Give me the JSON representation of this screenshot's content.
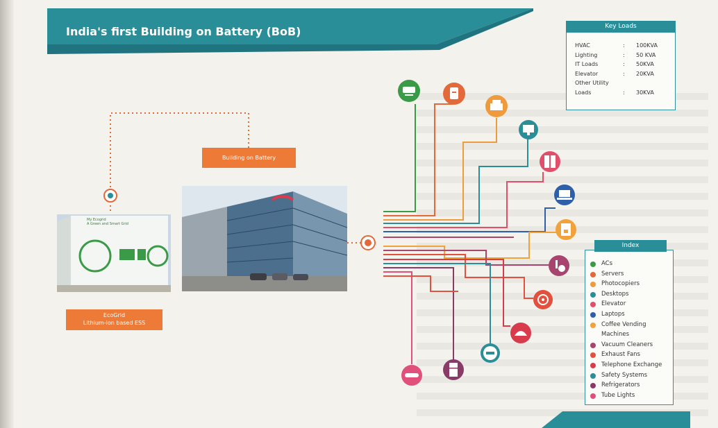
{
  "title": "India's first Building on Battery (BoB)",
  "labels": {
    "bob": "Building on Battery",
    "ecogrid_line1": "EcoGrid",
    "ecogrid_line2": "Lithium-ion based ESS",
    "ecogrid_sign_line1": "My Ecogrid",
    "ecogrid_sign_line2": "A Green and Smart Grid"
  },
  "key_loads": {
    "header": "Key Loads",
    "rows": [
      {
        "name": "HVAC",
        "sep": ":",
        "value": "100KVA"
      },
      {
        "name": "Lighting",
        "sep": ":",
        "value": "50 KVA"
      },
      {
        "name": "IT Loads",
        "sep": ":",
        "value": "50KVA"
      },
      {
        "name": "Elevator",
        "sep": ":",
        "value": "20KVA"
      },
      {
        "name": "Other Utility",
        "sep": "",
        "value": ""
      },
      {
        "name": "Loads",
        "sep": ":",
        "value": "30KVA"
      }
    ]
  },
  "index": {
    "header": "Index",
    "items": [
      {
        "label": "ACs",
        "color": "#3a9a48"
      },
      {
        "label": "Servers",
        "color": "#e3683a"
      },
      {
        "label": "Photocopiers",
        "color": "#ef9a3c"
      },
      {
        "label": "Desktops",
        "color": "#2a8e99"
      },
      {
        "label": "Elevator",
        "color": "#e0506a"
      },
      {
        "label": "Laptops",
        "color": "#2f5fa8"
      },
      {
        "label": "Coffee Vending",
        "color": "#f2a23a"
      },
      {
        "label": "Machines",
        "color": ""
      },
      {
        "label": "Vacuum Cleaners",
        "color": "#a8456e"
      },
      {
        "label": "Exhaust Fans",
        "color": "#e2513e"
      },
      {
        "label": "Telephone Exchange",
        "color": "#d83c4c"
      },
      {
        "label": "Safety Systems",
        "color": "#2a8e99"
      },
      {
        "label": "Refrigerators",
        "color": "#8a3a66"
      },
      {
        "label": "Tube Lights",
        "color": "#e0507a"
      }
    ]
  },
  "colors": {
    "teal": "#2a8e99",
    "orange": "#ee7a37",
    "green": "#3a9a48"
  },
  "devices": [
    {
      "name": "ac",
      "icon": "ac-unit-icon",
      "color": "#3a9a48"
    },
    {
      "name": "server",
      "icon": "server-icon",
      "color": "#e3683a"
    },
    {
      "name": "photocopier",
      "icon": "photocopier-icon",
      "color": "#ef9a3c"
    },
    {
      "name": "desktop",
      "icon": "desktop-icon",
      "color": "#2a8e99"
    },
    {
      "name": "elevator",
      "icon": "elevator-icon",
      "color": "#e0506a"
    },
    {
      "name": "laptop",
      "icon": "laptop-icon",
      "color": "#2f5fa8"
    },
    {
      "name": "coffee-machine",
      "icon": "coffee-machine-icon",
      "color": "#f2a23a"
    },
    {
      "name": "vacuum-cleaner",
      "icon": "vacuum-cleaner-icon",
      "color": "#a8456e"
    },
    {
      "name": "exhaust-fan",
      "icon": "exhaust-fan-icon",
      "color": "#e2513e"
    },
    {
      "name": "telephone",
      "icon": "telephone-icon",
      "color": "#d83c4c"
    },
    {
      "name": "safety-system",
      "icon": "safety-system-icon",
      "color": "#2a8e99"
    },
    {
      "name": "refrigerator",
      "icon": "refrigerator-icon",
      "color": "#8a3a66"
    },
    {
      "name": "tube-light",
      "icon": "tube-light-icon",
      "color": "#e0507a"
    }
  ]
}
